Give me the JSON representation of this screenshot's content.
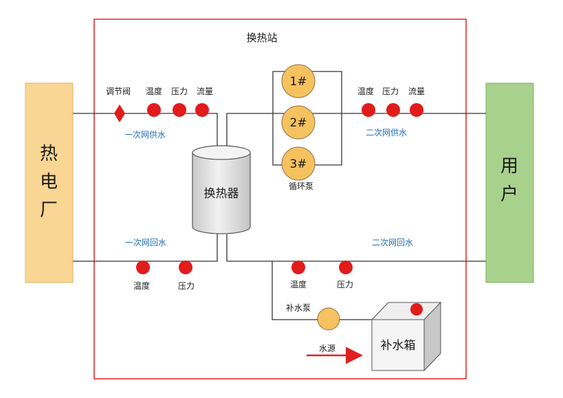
{
  "station": {
    "title": "换热站"
  },
  "plant": {
    "label_chars": [
      "热",
      "电",
      "厂"
    ]
  },
  "user": {
    "label_chars": [
      "用",
      "户"
    ]
  },
  "exchanger": {
    "label": "换热器"
  },
  "primary_supply": {
    "label": "一次网供水",
    "valve": "调节阀",
    "sensors": [
      "温度",
      "压力",
      "流量"
    ]
  },
  "primary_return": {
    "label": "一次网回水",
    "sensors": [
      "温度",
      "压力"
    ]
  },
  "secondary_supply": {
    "label": "二次网供水",
    "sensors": [
      "温度",
      "压力",
      "流量"
    ]
  },
  "secondary_return": {
    "label": "二次网回水",
    "sensors": [
      "温度",
      "压力"
    ]
  },
  "pumps": {
    "items": [
      "1#",
      "2#",
      "3#"
    ],
    "label": "循环泵"
  },
  "makeup": {
    "pump_label": "补水泵",
    "tank_label": "补水箱",
    "source_label": "水源"
  },
  "colors": {
    "frame": "#e02020",
    "sensor": "#e21b1b",
    "pump": "#f6c15f",
    "plant": "#fad695",
    "user": "#a9d18e",
    "label_blue": "#1f6fb5",
    "arrow": "#e02020"
  }
}
